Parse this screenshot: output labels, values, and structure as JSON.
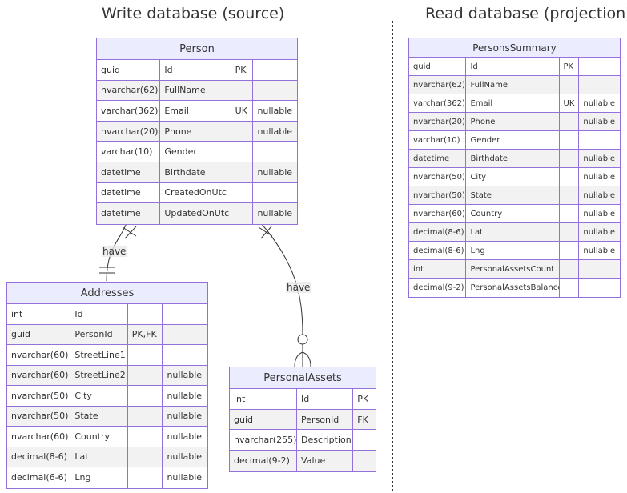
{
  "headings": {
    "write": "Write database (source)",
    "read": "Read database (projection)"
  },
  "relationships": {
    "person_addresses": "have",
    "person_assets": "have"
  },
  "person": {
    "title": "Person",
    "rows": [
      [
        "guid",
        "Id",
        "PK",
        ""
      ],
      [
        "nvarchar(62)",
        "FullName",
        "",
        ""
      ],
      [
        "varchar(362)",
        "Email",
        "UK",
        "nullable"
      ],
      [
        "nvarchar(20)",
        "Phone",
        "",
        "nullable"
      ],
      [
        "varchar(10)",
        "Gender",
        "",
        ""
      ],
      [
        "datetime",
        "Birthdate",
        "",
        "nullable"
      ],
      [
        "datetime",
        "CreatedOnUtc",
        "",
        ""
      ],
      [
        "datetime",
        "UpdatedOnUtc",
        "",
        "nullable"
      ]
    ]
  },
  "addresses": {
    "title": "Addresses",
    "rows": [
      [
        "int",
        "Id",
        "",
        ""
      ],
      [
        "guid",
        "PersonId",
        "PK,FK",
        ""
      ],
      [
        "nvarchar(60)",
        "StreetLine1",
        "",
        ""
      ],
      [
        "nvarchar(60)",
        "StreetLine2",
        "",
        "nullable"
      ],
      [
        "nvarchar(50)",
        "City",
        "",
        "nullable"
      ],
      [
        "nvarchar(50)",
        "State",
        "",
        "nullable"
      ],
      [
        "nvarchar(60)",
        "Country",
        "",
        "nullable"
      ],
      [
        "decimal(8-6)",
        "Lat",
        "",
        "nullable"
      ],
      [
        "decimal(6-6)",
        "Lng",
        "",
        "nullable"
      ]
    ]
  },
  "assets": {
    "title": "PersonalAssets",
    "rows": [
      [
        "int",
        "Id",
        "PK"
      ],
      [
        "guid",
        "PersonId",
        "FK"
      ],
      [
        "nvarchar(255)",
        "Description",
        ""
      ],
      [
        "decimal(9-2)",
        "Value",
        ""
      ]
    ]
  },
  "summary": {
    "title": "PersonsSummary",
    "rows": [
      [
        "guid",
        "Id",
        "PK",
        ""
      ],
      [
        "nvarchar(62)",
        "FullName",
        "",
        ""
      ],
      [
        "varchar(362)",
        "Email",
        "UK",
        "nullable"
      ],
      [
        "nvarchar(20)",
        "Phone",
        "",
        "nullable"
      ],
      [
        "varchar(10)",
        "Gender",
        "",
        ""
      ],
      [
        "datetime",
        "Birthdate",
        "",
        "nullable"
      ],
      [
        "nvarchar(50)",
        "City",
        "",
        "nullable"
      ],
      [
        "nvarchar(50)",
        "State",
        "",
        "nullable"
      ],
      [
        "nvarchar(60)",
        "Country",
        "",
        "nullable"
      ],
      [
        "decimal(8-6)",
        "Lat",
        "",
        "nullable"
      ],
      [
        "decimal(8-6)",
        "Lng",
        "",
        "nullable"
      ],
      [
        "int",
        "PersonalAssetsCount",
        "",
        ""
      ],
      [
        "decimal(9-2)",
        "PersonalAssetsBalance",
        "",
        ""
      ]
    ]
  }
}
